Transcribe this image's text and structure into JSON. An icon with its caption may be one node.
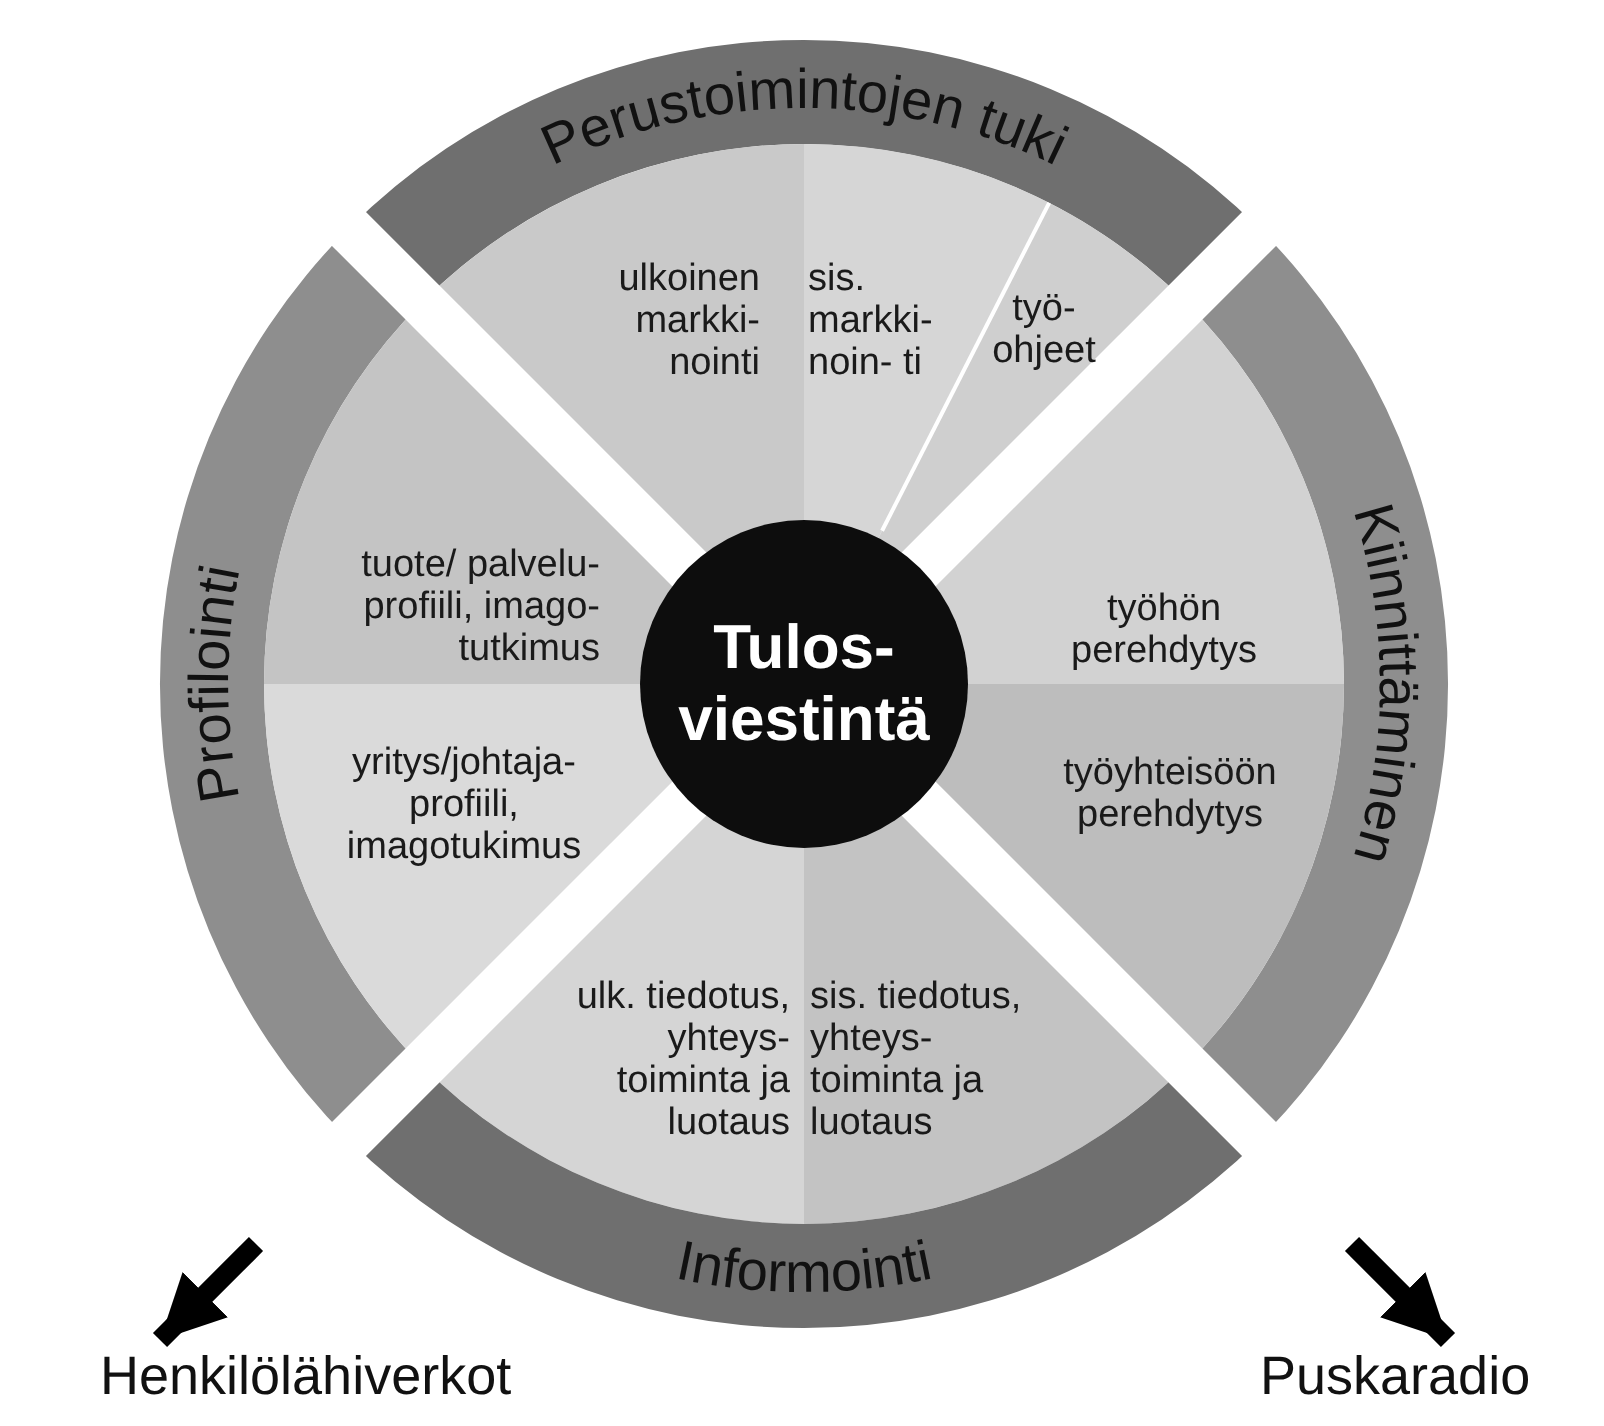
{
  "diagram": {
    "nodes": [
      {
        "text": [
          "Perustoimintojen tuki"
        ]
      },
      {
        "text": [
          "ulkoinen markki- nointi"
        ]
      },
      {
        "text": [
          "sis. markki- noin- ti"
        ]
      },
      {
        "text": [
          "työ- ohjeet"
        ]
      },
      {
        "text": [
          "Profilointi"
        ]
      },
      {
        "text": [
          "tuote/ palvelu- profiili, imago- tutkimus"
        ]
      },
      {
        "text": [
          "Kiinnittäminen"
        ]
      },
      {
        "text": [
          "työhön perehdytys"
        ]
      },
      {
        "text": [
          "Tulos- viestintä"
        ]
      },
      {
        "text": [
          "yritys/johtaja- profiili, imagotukimus"
        ]
      },
      {
        "text": [
          "työyhteisöön perehdytys"
        ]
      },
      {
        "text": [
          "ulk. tiedotus, yhteys- toiminta ja luotaus"
        ]
      },
      {
        "text": [
          "sis. tiedotus, yhteys- toiminta ja luotaus"
        ]
      },
      {
        "text": [
          "Informointi"
        ]
      },
      {
        "text": [
          "Henkilölähiverkot"
        ]
      },
      {
        "text": [
          "Puskaradio"
        ]
      }
    ],
    "edges": [
      {
        "from": null,
        "to": 14,
        "arrow": "to"
      },
      {
        "from": null,
        "to": 15,
        "arrow": "to"
      }
    ]
  }
}
